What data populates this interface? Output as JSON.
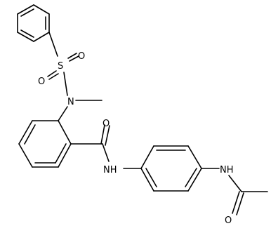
{
  "molecule": {
    "atoms": {
      "sulfur": "S",
      "sulfonyl_oxygen_1": "O",
      "sulfonyl_oxygen_2": "O",
      "sulfonamide_nitrogen": "N",
      "amide_oxygen": "O",
      "amide_nitrogen": "NH",
      "acetamide_nitrogen": "NH",
      "acetyl_oxygen": "O"
    }
  }
}
